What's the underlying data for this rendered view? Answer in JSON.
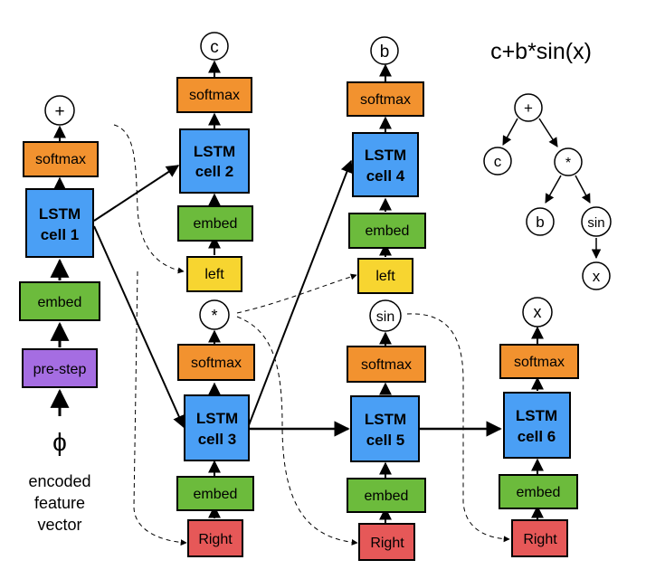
{
  "expression": "c+b*sin(x)",
  "input": {
    "phi": "ϕ",
    "caption_lines": [
      "encoded",
      "feature",
      "vector"
    ]
  },
  "labels": {
    "softmax": "softmax",
    "embed": "embed",
    "pre_step": "pre-step",
    "left": "left",
    "right": "Right"
  },
  "cells": [
    {
      "id": 1,
      "line1": "LSTM",
      "line2": "cell 1",
      "output": "+"
    },
    {
      "id": 2,
      "line1": "LSTM",
      "line2": "cell 2",
      "output": "c"
    },
    {
      "id": 3,
      "line1": "LSTM",
      "line2": "cell 3",
      "output": "*"
    },
    {
      "id": 4,
      "line1": "LSTM",
      "line2": "cell 4",
      "output": "b"
    },
    {
      "id": 5,
      "line1": "LSTM",
      "line2": "cell 5",
      "output": "sin"
    },
    {
      "id": 6,
      "line1": "LSTM",
      "line2": "cell 6",
      "output": "x"
    }
  ],
  "tree": {
    "root": "+",
    "plus_left": "c",
    "plus_right": "*",
    "times_left": "b",
    "times_right": "sin",
    "sin_child": "x"
  },
  "colors": {
    "lstm": "#4a9ff5",
    "softmax": "#f2922f",
    "embed": "#6cbb3c",
    "pre_step": "#a56de2",
    "left": "#f7d530",
    "right": "#e65858"
  }
}
